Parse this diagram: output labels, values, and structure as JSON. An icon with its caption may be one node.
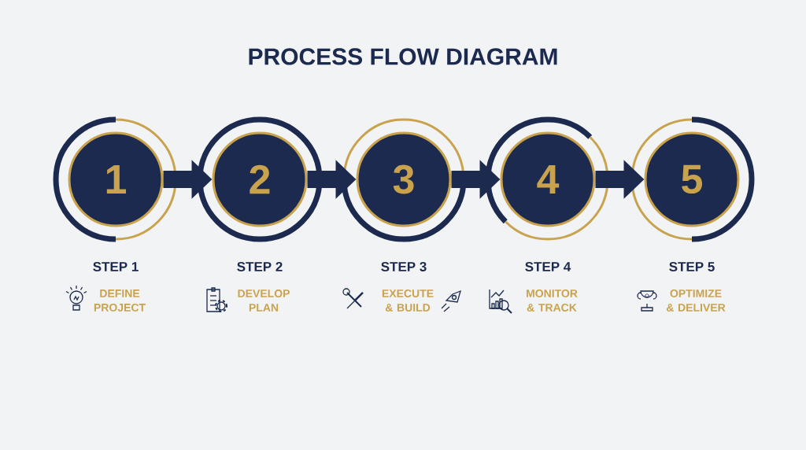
{
  "diagram": {
    "title": "PROCESS FLOW DIAGRAM",
    "nodes": [
      {
        "text": [
          "1"
        ],
        "beside": [
          "STEP 1",
          "DEFINE PROJECT"
        ]
      },
      {
        "text": [
          "2"
        ],
        "beside": [
          "STEP 2",
          "DEVELOP PLAN"
        ]
      },
      {
        "text": [
          "3"
        ],
        "beside": [
          "STEP 3",
          "EXECUTE & BUILD"
        ]
      },
      {
        "text": [
          "4"
        ],
        "beside": [
          "STEP 4",
          "MONITOR & TRACK"
        ]
      },
      {
        "text": [
          "5"
        ],
        "beside": [
          "STEP 5",
          "OPTIMIZE & DELIVER"
        ]
      }
    ],
    "edges": [
      {
        "from": 0,
        "to": 1,
        "arrow": "to"
      },
      {
        "from": 1,
        "to": 2,
        "arrow": "to"
      },
      {
        "from": 2,
        "to": 3,
        "arrow": "to"
      },
      {
        "from": 3,
        "to": 4,
        "arrow": "to"
      }
    ]
  }
}
